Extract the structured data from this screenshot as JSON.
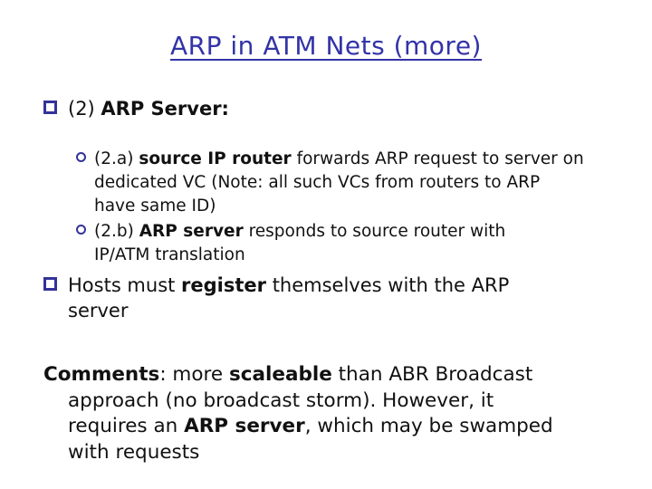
{
  "colors": {
    "title_blue": "#3333a8",
    "bullet_navy": "#333399",
    "body_text": "#111111",
    "background": "#ffffff"
  },
  "title": "ARP in ATM Nets (more)",
  "bullet_arp_server": {
    "line1": [
      {
        "text": "(2) ",
        "bold": false
      },
      {
        "text": "ARP Server:",
        "bold": true
      }
    ]
  },
  "sub_bullet_a": {
    "line1": [
      {
        "text": "(2.a) ",
        "bold": false
      },
      {
        "text": "source IP router",
        "bold": true
      },
      {
        "text": " forwards ARP request to server on",
        "bold": false
      }
    ],
    "line2": [
      {
        "text": "dedicated VC (Note: all such VCs from routers to ARP",
        "bold": false
      }
    ],
    "line3": [
      {
        "text": "have same ID)",
        "bold": false
      }
    ]
  },
  "sub_bullet_b": {
    "line1": [
      {
        "text": "(2.b) ",
        "bold": false
      },
      {
        "text": "ARP server",
        "bold": true
      },
      {
        "text": " responds to source router  with",
        "bold": false
      }
    ],
    "line2": [
      {
        "text": "IP/ATM translation",
        "bold": false
      }
    ]
  },
  "bullet_hosts": {
    "line1": [
      {
        "text": "Hosts must ",
        "bold": false
      },
      {
        "text": "register",
        "bold": true
      },
      {
        "text": " themselves with the ARP",
        "bold": false
      }
    ],
    "line2": [
      {
        "text": "server",
        "bold": false
      }
    ]
  },
  "comments": {
    "line1": [
      {
        "text": "Comments",
        "bold": true
      },
      {
        "text": ": more ",
        "bold": false
      },
      {
        "text": "scaleable",
        "bold": true
      },
      {
        "text": " than ABR Broadcast",
        "bold": false
      }
    ],
    "line2": [
      {
        "text": "approach (no broadcast storm). However, it",
        "bold": false
      }
    ],
    "line3": [
      {
        "text": "requires an ",
        "bold": false
      },
      {
        "text": "ARP server",
        "bold": true
      },
      {
        "text": ", which may be swamped",
        "bold": false
      }
    ],
    "line4": [
      {
        "text": "with requests",
        "bold": false
      }
    ]
  }
}
